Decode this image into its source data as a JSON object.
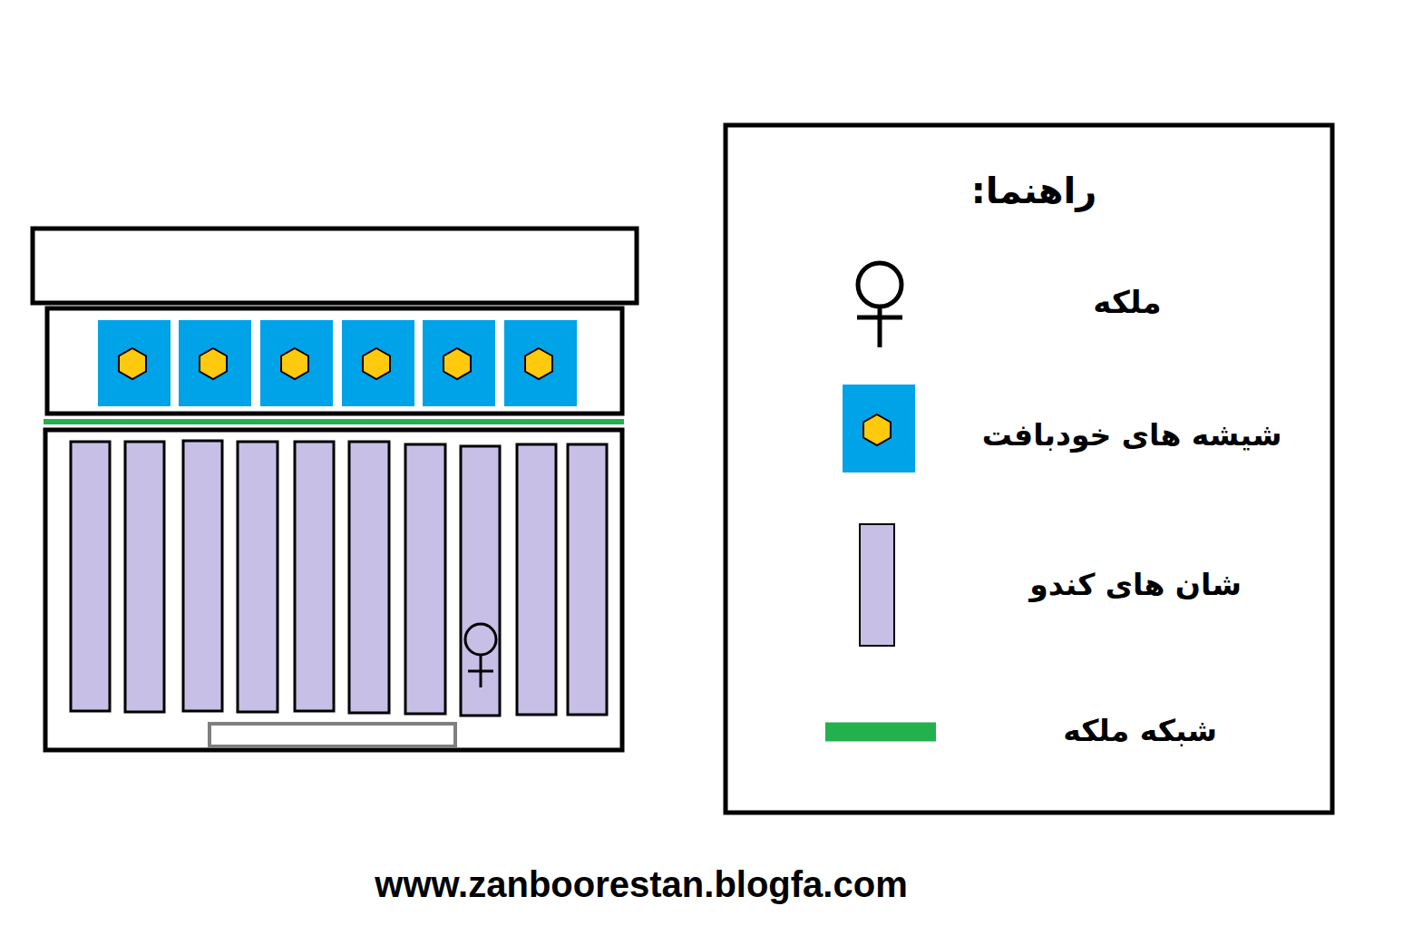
{
  "diagram": {
    "labels": [
      "راهنما:",
      "www.zanboorestan.blogfa.com"
    ],
    "legend": [
      {
        "text": "ملکه"
      },
      {
        "text": "شیشه های خودبافت"
      },
      {
        "text": "شان های کندو",
        "color": "#c8bfe7"
      },
      {
        "text": "شبکه ملکه"
      }
    ]
  }
}
